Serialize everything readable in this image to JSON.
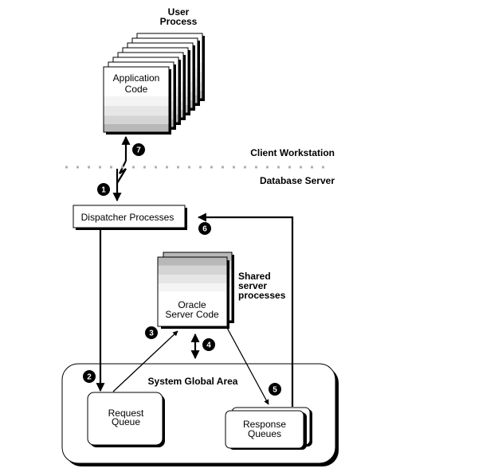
{
  "diagram": {
    "title": "Shared Server Architecture",
    "zones": {
      "client": "Client Workstation",
      "server": "Database Server"
    },
    "nodes": {
      "user_process_title_1": "User",
      "user_process_title_2": "Process",
      "application_code_1": "Application",
      "application_code_2": "Code",
      "dispatcher": "Dispatcher Processes",
      "shared_server_1": "Shared",
      "shared_server_2": "server",
      "shared_server_3": "processes",
      "oracle_code_1": "Oracle",
      "oracle_code_2": "Server Code",
      "sga": "System Global Area",
      "request_queue_1": "Request",
      "request_queue_2": "Queue",
      "response_queues_1": "Response",
      "response_queues_2": "Queues"
    },
    "steps": [
      "1",
      "2",
      "3",
      "4",
      "5",
      "6",
      "7"
    ],
    "colors": {
      "line": "#000000",
      "separator": "#b0b0b0",
      "shade_light": "#f0f0f0",
      "shade_mid": "#dcdcdc",
      "shade_dark": "#b8b8b8"
    }
  }
}
